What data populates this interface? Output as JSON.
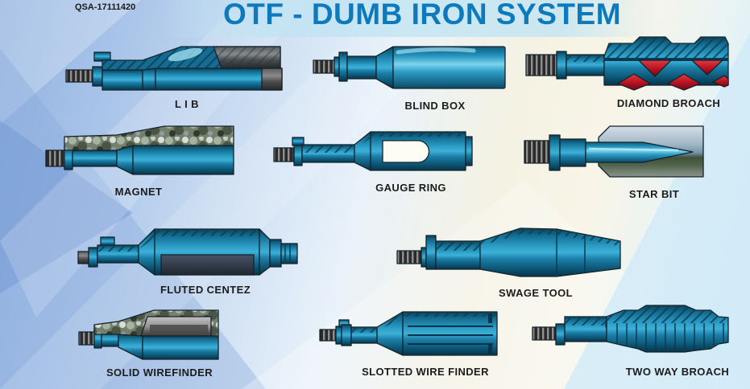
{
  "header": {
    "doc_code": "QSA-17111420",
    "title": "OTF - DUMB IRON SYSTEM"
  },
  "tools": [
    {
      "id": "lib",
      "label": "L I B"
    },
    {
      "id": "blind-box",
      "label": "BLIND BOX"
    },
    {
      "id": "diamond-broach",
      "label": "DIAMOND BROACH"
    },
    {
      "id": "magnet",
      "label": "MAGNET"
    },
    {
      "id": "gauge-ring",
      "label": "GAUGE RING"
    },
    {
      "id": "star-bit",
      "label": "STAR BIT"
    },
    {
      "id": "fluted-centez",
      "label": "FLUTED CENTEZ"
    },
    {
      "id": "swage-tool",
      "label": "SWAGE TOOL"
    },
    {
      "id": "solid-wirefinder",
      "label": "SOLID WIREFINDER"
    },
    {
      "id": "slotted-wire-finder",
      "label": "SLOTTED WIRE FINDER"
    },
    {
      "id": "two-way-broach",
      "label": "TWO WAY BROACH"
    }
  ],
  "colors": {
    "title_blue": "#0d7abc",
    "tool_body_blue": "#1579a1",
    "tool_highlight": "#7ed3ec",
    "broach_diamond_red": "#b5121f",
    "label_text": "#1c1c1c",
    "background_left": "#8fb1e0",
    "background_right": "#d5edf8",
    "background_cream": "#f6f3e4"
  }
}
